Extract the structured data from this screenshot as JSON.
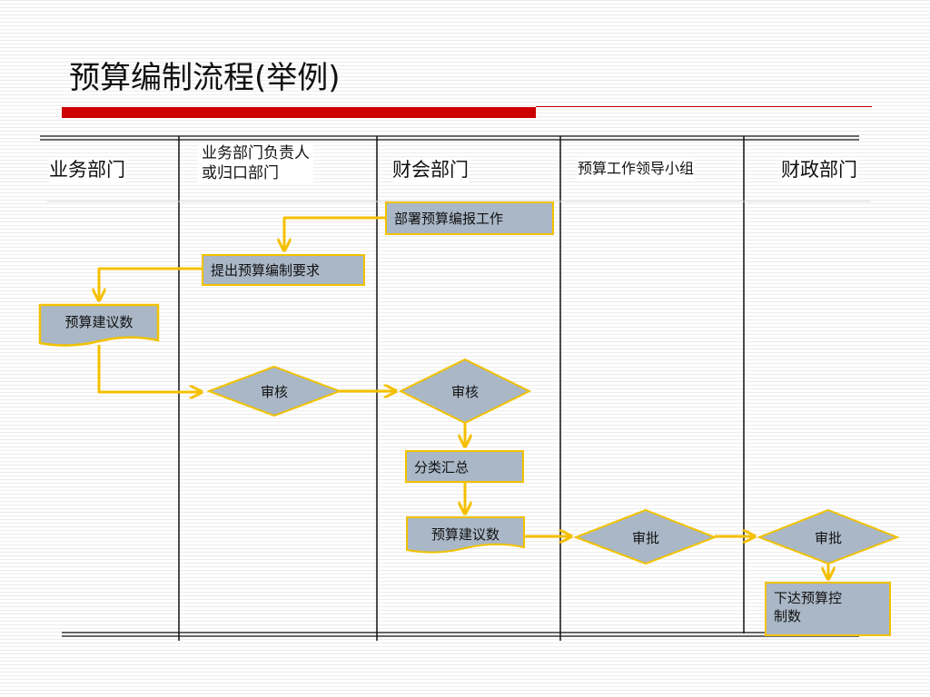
{
  "title": "预算编制流程(举例)",
  "colors": {
    "accent_red": "#cc0000",
    "connector": "#f5c000",
    "node_fill": "#a9b7c6",
    "node_border": "#f2c200",
    "lane_line": "#111111"
  },
  "lanes": [
    {
      "label": "业务部门"
    },
    {
      "label_line1": "业务部门负责人",
      "label_line2": "或归口部门"
    },
    {
      "label": "财会部门"
    },
    {
      "label": "预算工作领导小组"
    },
    {
      "label": "财政部门"
    }
  ],
  "nodes": {
    "deploy": "部署预算编报工作",
    "require": "提出预算编制要求",
    "proposal_business": "预算建议数",
    "review_manager": "审核",
    "review_finance": "审核",
    "classify": "分类汇总",
    "proposal_finance": "预算建议数",
    "approve_group": "审批",
    "approve_bureau": "审批",
    "issue_line1": "下达预算控",
    "issue_line2": "制数"
  }
}
